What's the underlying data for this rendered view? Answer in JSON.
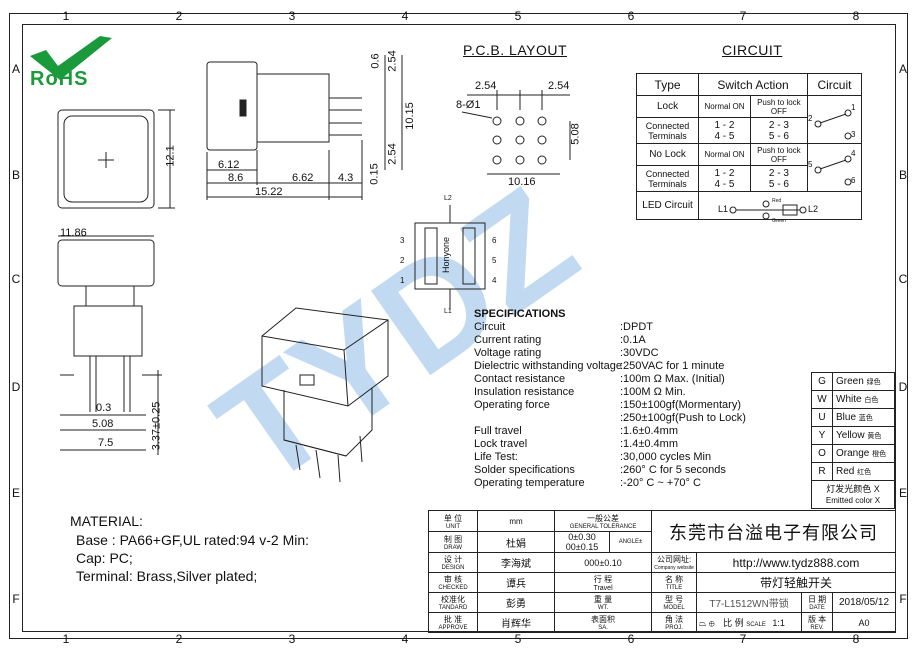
{
  "grid": {
    "cols": [
      "1",
      "2",
      "3",
      "4",
      "5",
      "6",
      "7",
      "8"
    ],
    "rows": [
      "A",
      "B",
      "C",
      "D",
      "E",
      "F"
    ]
  },
  "logo": {
    "text": "RoHS"
  },
  "watermark": "TYDZ",
  "pcb": {
    "title": "P.C.B. LAYOUT",
    "d1": "2.54",
    "d2": "2.54",
    "holes": "8-Ø1",
    "d3": "5.08",
    "d4": "10.16"
  },
  "dims": {
    "top_h1": "0.6",
    "top_h2": "2.54",
    "top_h3": "10.15",
    "top_h4": "0.15",
    "top_h5": "2.54",
    "side_w1": "6.12",
    "side_w2": "8.6",
    "side_w3": "6.62",
    "side_w4": "4.3",
    "side_w5": "15.22",
    "front_h": "12.1",
    "front_w": "11.86",
    "bot_w1": "0.3",
    "bot_w2": "5.08",
    "bot_w3": "7.5",
    "bot_h": "3.37±0.25"
  },
  "circuit": {
    "title": "CIRCUIT",
    "headers": [
      "Type",
      "Switch Action",
      "Circuit"
    ],
    "rows": [
      {
        "type": "Lock",
        "a": "Normal ON",
        "b": "Push to lock OFF"
      },
      {
        "type": "Connected Terminals",
        "a": "1 - 2\n4 - 5",
        "b": "2 - 3\n5 - 6"
      },
      {
        "type": "No Lock",
        "a": "Normal ON",
        "b": "Push to lock OFF"
      },
      {
        "type": "Connected Terminals",
        "a": "1 - 2\n4 - 5",
        "b": "2 - 3\n5 - 6"
      },
      {
        "type": "LED Circuit",
        "a": "L1",
        "b": "L2"
      }
    ],
    "led_red": "Red",
    "led_green": "Green"
  },
  "terminals": {
    "brand": "Honyone",
    "l1": "L1",
    "l2": "L2",
    "pins": [
      "1",
      "2",
      "3",
      "4",
      "5",
      "6"
    ]
  },
  "specs": {
    "title": "SPECIFICATIONS",
    "items": [
      {
        "k": "Circuit",
        "v": ":DPDT"
      },
      {
        "k": "Current rating",
        "v": ":0.1A"
      },
      {
        "k": "Voltage rating",
        "v": ":30VDC"
      },
      {
        "k": "Dielectric withstanding voltage",
        "v": ":250VAC for 1 minute"
      },
      {
        "k": "Contact resistance",
        "v": ":100m Ω   Max. (Initial)"
      },
      {
        "k": "Insulation resistance",
        "v": ":100M Ω   Min."
      },
      {
        "k": "Operating force",
        "v": ":150±100gf(Mormentary)"
      },
      {
        "k": "",
        "v": ":250±100gf(Push to Lock)"
      },
      {
        "k": "Full travel",
        "v": ":1.6±0.4mm"
      },
      {
        "k": "Lock travel",
        "v": ":1.4±0.4mm"
      },
      {
        "k": "Life Test:",
        "v": ":30,000 cycles Min"
      },
      {
        "k": "Solder specifications",
        "v": ":260° C for 5 seconds"
      },
      {
        "k": "Operating temperature",
        "v": ":-20° C ~ +70° C"
      }
    ]
  },
  "colors": {
    "rows": [
      {
        "code": "G",
        "en": "Green",
        "cn": "绿色"
      },
      {
        "code": "W",
        "en": "White",
        "cn": "白色"
      },
      {
        "code": "U",
        "en": "Blue",
        "cn": "蓝色"
      },
      {
        "code": "Y",
        "en": "Yellow",
        "cn": "黄色"
      },
      {
        "code": "O",
        "en": "Orange",
        "cn": "橙色"
      },
      {
        "code": "R",
        "en": "Red",
        "cn": "红色"
      }
    ],
    "footer1": "灯发光颜色  X",
    "footer2": "Emitted color X"
  },
  "material": {
    "title": "MATERIAL:",
    "lines": [
      "Base : PA66+GF,UL rated:94 v-2 Min:",
      "Cap: PC;",
      "Terminal: Brass,Silver plated;"
    ]
  },
  "titleblock": {
    "unit_cn": "单 位",
    "unit_en": "UNIT",
    "unit_v": "mm",
    "tol_cn": "一般公差",
    "tol_en": "GENERAL TOLERANCE",
    "tol1": "0±0.30",
    "angle": "ANGLE±",
    "tol2": "00±0.15",
    "tol3": "000±0.10",
    "draw_cn": "制 图",
    "draw_en": "DRAW",
    "draw_v": "杜娟",
    "design_cn": "设 计",
    "design_en": "DESIGN",
    "design_v": "李海斌",
    "check_cn": "审 核",
    "check_en": "CHECKED",
    "check_v": "谭兵",
    "std_cn": "校准化",
    "std_en": "TANDARD",
    "std_v": "彭勇",
    "appr_cn": "批 准",
    "appr_en": "APPROVE",
    "appr_v": "肖辉华",
    "travel_cn": "行 程",
    "travel_en": "Travel",
    "wt_cn": "重 量",
    "wt_en": "WT.",
    "sa_cn": "表面积",
    "sa_en": "SA.",
    "company": "东莞市台溢电子有限公司",
    "web_cn": "公司网址:",
    "web_en": "Company website",
    "web": "http://www.tydz888.com",
    "title_cn": "名 称",
    "title_en": "TITLE",
    "title_v": "带灯轻触开关",
    "model_cn": "型 号",
    "model_en": "MODEL",
    "model_v": "T7-L1512WN带锁",
    "date_cn": "日 期",
    "date_en": "DATE",
    "date_v": "2018/05/12",
    "proj_cn": "角 法",
    "proj_en": "PROJ.",
    "scale_cn": "比 例",
    "scale_en": "SCALE",
    "scale_v": "1:1",
    "rev_cn": "版 本",
    "rev_en": "REV.",
    "rev_v": "A0"
  }
}
